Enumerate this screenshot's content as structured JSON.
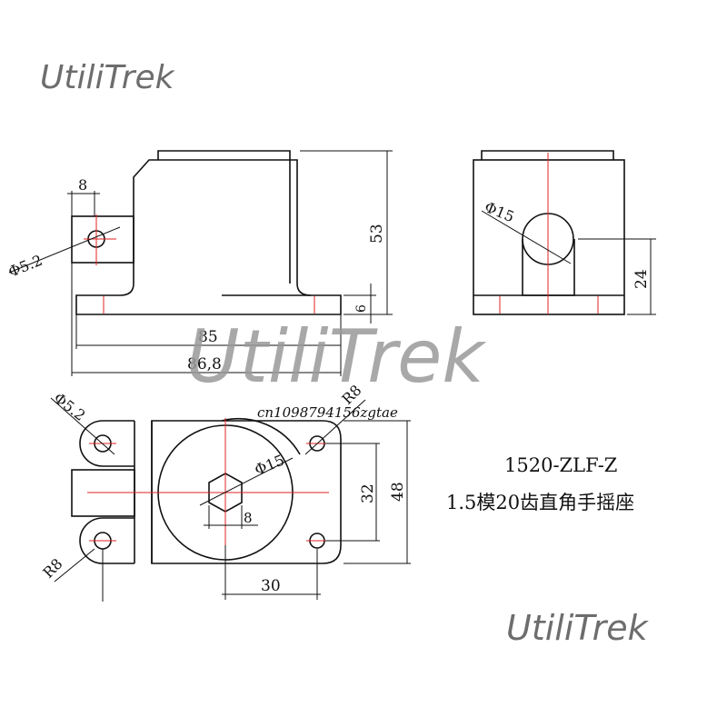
{
  "watermarks": {
    "top_left": "UtiliTrek",
    "center": "UtiliTrek",
    "bottom_right": "UtiliTrek",
    "small_code": "cn1098794156zgtae"
  },
  "caption": {
    "model": "1520-ZLF-Z",
    "description": "1.5模20齿直角手摇座"
  },
  "dimensions": {
    "side_8": "8",
    "side_hole": "Φ5.2",
    "side_height": "53",
    "side_base": "6",
    "side_len_85": "85",
    "side_len_868": "86,8",
    "end_bore": "Φ15",
    "end_height": "24",
    "top_hole": "Φ5.2",
    "top_r_upper": "R8",
    "top_bore": "Φ15",
    "top_hex": "8",
    "top_32": "32",
    "top_48": "48",
    "top_30": "30",
    "top_r_lower": "R8"
  },
  "colors": {
    "outline": "#111111",
    "centerline": "#e02020",
    "watermark": "#6d6d6d"
  }
}
